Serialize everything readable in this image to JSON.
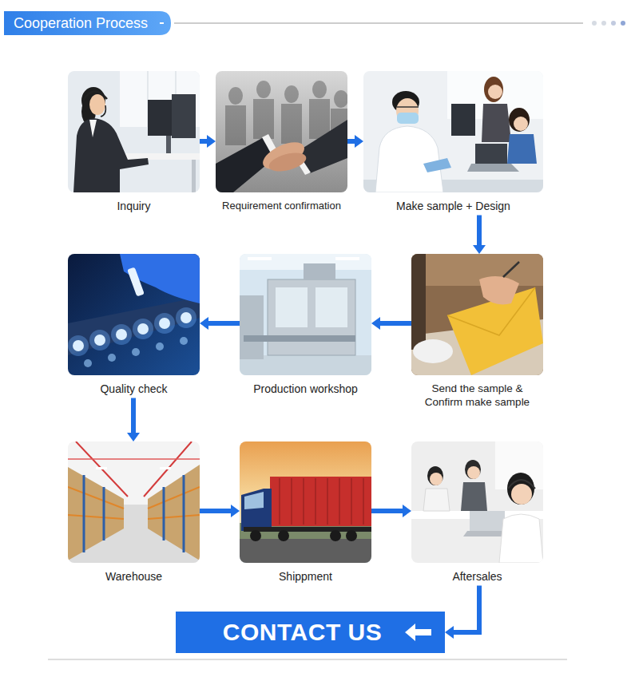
{
  "diagram": {
    "title": "Cooperation Process",
    "nodes": [
      {
        "text": [
          "Inquiry"
        ]
      },
      {
        "text": [
          "Requirement confirmation"
        ]
      },
      {
        "text": [
          "Make sample + Design"
        ]
      },
      {
        "text": [
          "Send the sample & Confirm make sample"
        ]
      },
      {
        "text": [
          "Production workshop"
        ]
      },
      {
        "text": [
          "Quality check"
        ]
      },
      {
        "text": [
          "Warehouse"
        ]
      },
      {
        "text": [
          "Shippment"
        ]
      },
      {
        "text": [
          "Aftersales"
        ]
      },
      {
        "text": [
          "CONTACT US"
        ]
      }
    ],
    "edges": [
      {
        "from": 0,
        "to": 1,
        "arrow": "to"
      },
      {
        "from": 1,
        "to": 2,
        "arrow": "to"
      },
      {
        "from": 2,
        "to": 3,
        "arrow": "to"
      },
      {
        "from": 3,
        "to": 4,
        "arrow": "to"
      },
      {
        "from": 4,
        "to": 5,
        "arrow": "to"
      },
      {
        "from": 5,
        "to": 6,
        "arrow": "to"
      },
      {
        "from": 6,
        "to": 7,
        "arrow": "to"
      },
      {
        "from": 7,
        "to": 8,
        "arrow": "to"
      },
      {
        "from": 8,
        "to": 9,
        "arrow": "to"
      }
    ]
  }
}
